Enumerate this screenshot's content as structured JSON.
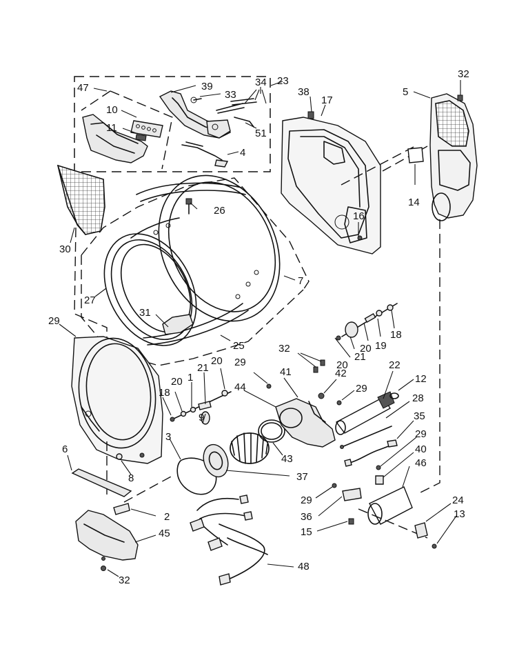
{
  "callouts": [
    {
      "id": "c23",
      "text": "23"
    },
    {
      "id": "c47",
      "text": "47"
    },
    {
      "id": "c39",
      "text": "39"
    },
    {
      "id": "c33",
      "text": "33"
    },
    {
      "id": "c34",
      "text": "34"
    },
    {
      "id": "c10",
      "text": "10"
    },
    {
      "id": "c11",
      "text": "11"
    },
    {
      "id": "c51",
      "text": "51"
    },
    {
      "id": "c4",
      "text": "4"
    },
    {
      "id": "c38",
      "text": "38"
    },
    {
      "id": "c17",
      "text": "17"
    },
    {
      "id": "c32a",
      "text": "32"
    },
    {
      "id": "c5",
      "text": "5"
    },
    {
      "id": "c14",
      "text": "14"
    },
    {
      "id": "c26",
      "text": "26"
    },
    {
      "id": "c16",
      "text": "16"
    },
    {
      "id": "c30",
      "text": "30"
    },
    {
      "id": "c7",
      "text": "7"
    },
    {
      "id": "c27",
      "text": "27"
    },
    {
      "id": "c31",
      "text": "31"
    },
    {
      "id": "c29a",
      "text": "29"
    },
    {
      "id": "c25",
      "text": "25"
    },
    {
      "id": "c18a",
      "text": "18"
    },
    {
      "id": "c19",
      "text": "19"
    },
    {
      "id": "c20a",
      "text": "20"
    },
    {
      "id": "c21a",
      "text": "21"
    },
    {
      "id": "c32b",
      "text": "32"
    },
    {
      "id": "c29b",
      "text": "29"
    },
    {
      "id": "c22",
      "text": "22"
    },
    {
      "id": "c41",
      "text": "41"
    },
    {
      "id": "c42",
      "text": "42"
    },
    {
      "id": "c44",
      "text": "44"
    },
    {
      "id": "c12",
      "text": "12"
    },
    {
      "id": "c29c",
      "text": "29"
    },
    {
      "id": "c28",
      "text": "28"
    },
    {
      "id": "c21b",
      "text": "21"
    },
    {
      "id": "c20b",
      "text": "20"
    },
    {
      "id": "c1",
      "text": "1"
    },
    {
      "id": "c20c",
      "text": "20"
    },
    {
      "id": "c18b",
      "text": "18"
    },
    {
      "id": "c9",
      "text": "9"
    },
    {
      "id": "c35",
      "text": "35"
    },
    {
      "id": "c3",
      "text": "3"
    },
    {
      "id": "c43",
      "text": "43"
    },
    {
      "id": "c29d",
      "text": "29"
    },
    {
      "id": "c40",
      "text": "40"
    },
    {
      "id": "c6",
      "text": "6"
    },
    {
      "id": "c46",
      "text": "46"
    },
    {
      "id": "c8",
      "text": "8"
    },
    {
      "id": "c37",
      "text": "37"
    },
    {
      "id": "c29e",
      "text": "29"
    },
    {
      "id": "c24",
      "text": "24"
    },
    {
      "id": "c2",
      "text": "2"
    },
    {
      "id": "c36",
      "text": "36"
    },
    {
      "id": "c13",
      "text": "13"
    },
    {
      "id": "c45",
      "text": "45"
    },
    {
      "id": "c15",
      "text": "15"
    },
    {
      "id": "c48",
      "text": "48"
    },
    {
      "id": "c32c",
      "text": "32"
    }
  ]
}
